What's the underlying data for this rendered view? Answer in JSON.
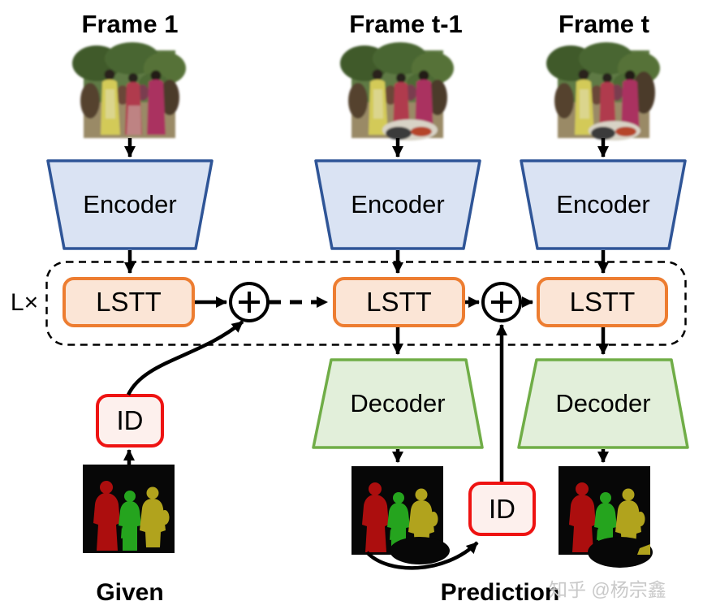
{
  "columns": {
    "frame1": {
      "title": "Frame 1"
    },
    "frame_t_minus1": {
      "title": "Frame t-1"
    },
    "frame_t": {
      "title": "Frame t"
    }
  },
  "blocks": {
    "encoder_label": "Encoder",
    "decoder_label": "Decoder",
    "lstt_label": "LSTT",
    "id_label": "ID",
    "layer_repeat_label": "L×"
  },
  "captions": {
    "given": "Given",
    "prediction": "Prediction"
  },
  "watermark": {
    "text": "知乎 @杨宗鑫"
  },
  "icons": {
    "sum": "circled-plus-icon",
    "arrows": "black-arrow-connectors"
  },
  "colors": {
    "encoder_fill": "#DAE3F3",
    "encoder_border": "#2F5597",
    "lstt_fill": "#FBE5D6",
    "lstt_border": "#ED7D31",
    "decoder_fill": "#E2EFDA",
    "decoder_border": "#70AD47",
    "id_fill": "#FDF0ED",
    "id_border": "#EE1312",
    "mask_background": "#070707",
    "mask_red": "#AC0E0E",
    "mask_green": "#25A41E",
    "mask_yellow": "#B1A31D",
    "arrow": "#000000",
    "dashed_container_border": "#000000",
    "watermark_gray": "#C9C9C9"
  }
}
